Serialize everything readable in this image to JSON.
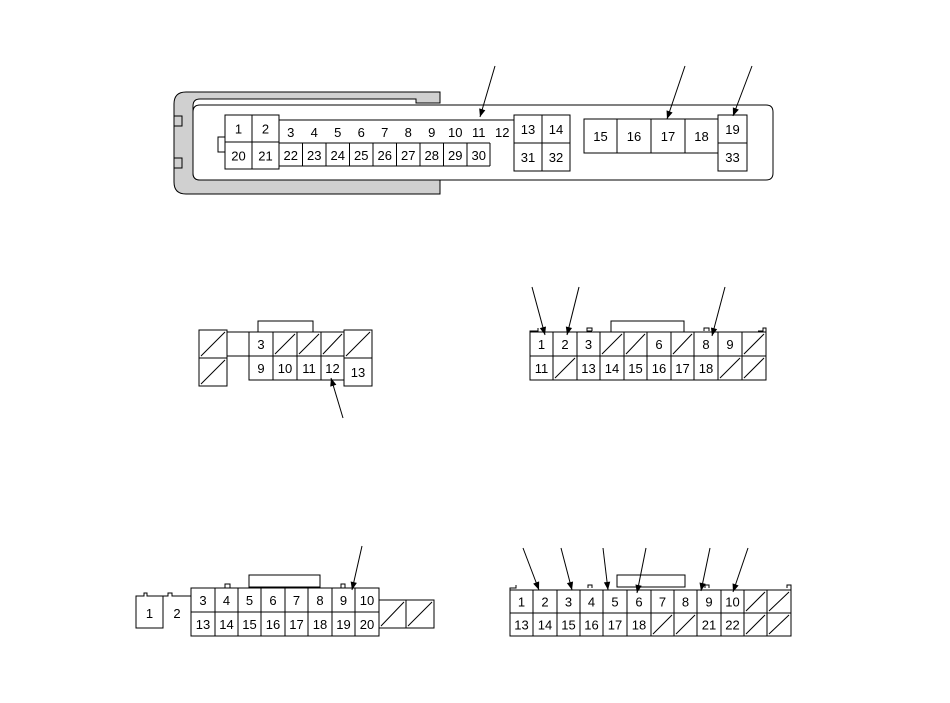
{
  "connectors": [
    {
      "id": "main",
      "cells": [
        {
          "label": "1"
        },
        {
          "label": "2"
        },
        {
          "label": "3"
        },
        {
          "label": "4"
        },
        {
          "label": "5"
        },
        {
          "label": "6"
        },
        {
          "label": "7"
        },
        {
          "label": "8"
        },
        {
          "label": "9"
        },
        {
          "label": "10"
        },
        {
          "label": "11"
        },
        {
          "label": "12"
        },
        {
          "label": "13"
        },
        {
          "label": "14"
        },
        {
          "label": "15"
        },
        {
          "label": "16"
        },
        {
          "label": "17"
        },
        {
          "label": "18"
        },
        {
          "label": "19"
        },
        {
          "label": "20"
        },
        {
          "label": "21"
        },
        {
          "label": "22"
        },
        {
          "label": "23"
        },
        {
          "label": "24"
        },
        {
          "label": "25"
        },
        {
          "label": "26"
        },
        {
          "label": "27"
        },
        {
          "label": "28"
        },
        {
          "label": "29"
        },
        {
          "label": "30"
        },
        {
          "label": "31"
        },
        {
          "label": "32"
        },
        {
          "label": "33"
        }
      ],
      "arrow_pins": [
        "11",
        "17",
        "19"
      ]
    },
    {
      "id": "connector-b",
      "cells": [
        {
          "label": ""
        },
        {
          "label": ""
        },
        {
          "label": "3"
        },
        {
          "label": ""
        },
        {
          "label": ""
        },
        {
          "label": ""
        },
        {
          "label": ""
        },
        {
          "label": "9"
        },
        {
          "label": "10"
        },
        {
          "label": "11"
        },
        {
          "label": "12"
        },
        {
          "label": "13"
        }
      ],
      "arrow_pins": [
        "12"
      ]
    },
    {
      "id": "connector-c",
      "cells": [
        {
          "label": "1"
        },
        {
          "label": "2"
        },
        {
          "label": "3"
        },
        {
          "label": ""
        },
        {
          "label": ""
        },
        {
          "label": "6"
        },
        {
          "label": ""
        },
        {
          "label": "8"
        },
        {
          "label": "9"
        },
        {
          "label": ""
        },
        {
          "label": "11"
        },
        {
          "label": ""
        },
        {
          "label": "13"
        },
        {
          "label": "14"
        },
        {
          "label": "15"
        },
        {
          "label": "16"
        },
        {
          "label": "17"
        },
        {
          "label": "18"
        },
        {
          "label": ""
        },
        {
          "label": ""
        }
      ],
      "arrow_pins": [
        "1",
        "2",
        "8"
      ]
    },
    {
      "id": "connector-d",
      "cells": [
        {
          "label": "1"
        },
        {
          "label": "2"
        },
        {
          "label": "3"
        },
        {
          "label": "4"
        },
        {
          "label": "5"
        },
        {
          "label": "6"
        },
        {
          "label": "7"
        },
        {
          "label": "8"
        },
        {
          "label": "9"
        },
        {
          "label": "10"
        },
        {
          "label": ""
        },
        {
          "label": ""
        },
        {
          "label": "13"
        },
        {
          "label": "14"
        },
        {
          "label": "15"
        },
        {
          "label": "16"
        },
        {
          "label": "17"
        },
        {
          "label": "18"
        },
        {
          "label": "19"
        },
        {
          "label": "20"
        },
        {
          "label": ""
        },
        {
          "label": ""
        }
      ],
      "arrow_pins": [
        "9"
      ]
    },
    {
      "id": "connector-e",
      "cells": [
        {
          "label": "1"
        },
        {
          "label": "2"
        },
        {
          "label": "3"
        },
        {
          "label": "4"
        },
        {
          "label": "5"
        },
        {
          "label": "6"
        },
        {
          "label": "7"
        },
        {
          "label": "8"
        },
        {
          "label": "9"
        },
        {
          "label": "10"
        },
        {
          "label": ""
        },
        {
          "label": ""
        },
        {
          "label": "13"
        },
        {
          "label": "14"
        },
        {
          "label": "15"
        },
        {
          "label": "16"
        },
        {
          "label": "17"
        },
        {
          "label": "18"
        },
        {
          "label": ""
        },
        {
          "label": ""
        },
        {
          "label": "21"
        },
        {
          "label": "22"
        },
        {
          "label": ""
        },
        {
          "label": ""
        }
      ],
      "arrow_pins": [
        "2",
        "3",
        "5",
        "6",
        "9",
        "10"
      ]
    }
  ],
  "colors": {
    "line": "#000000",
    "housing_fill": "#d0d0d0",
    "background": "#ffffff"
  }
}
